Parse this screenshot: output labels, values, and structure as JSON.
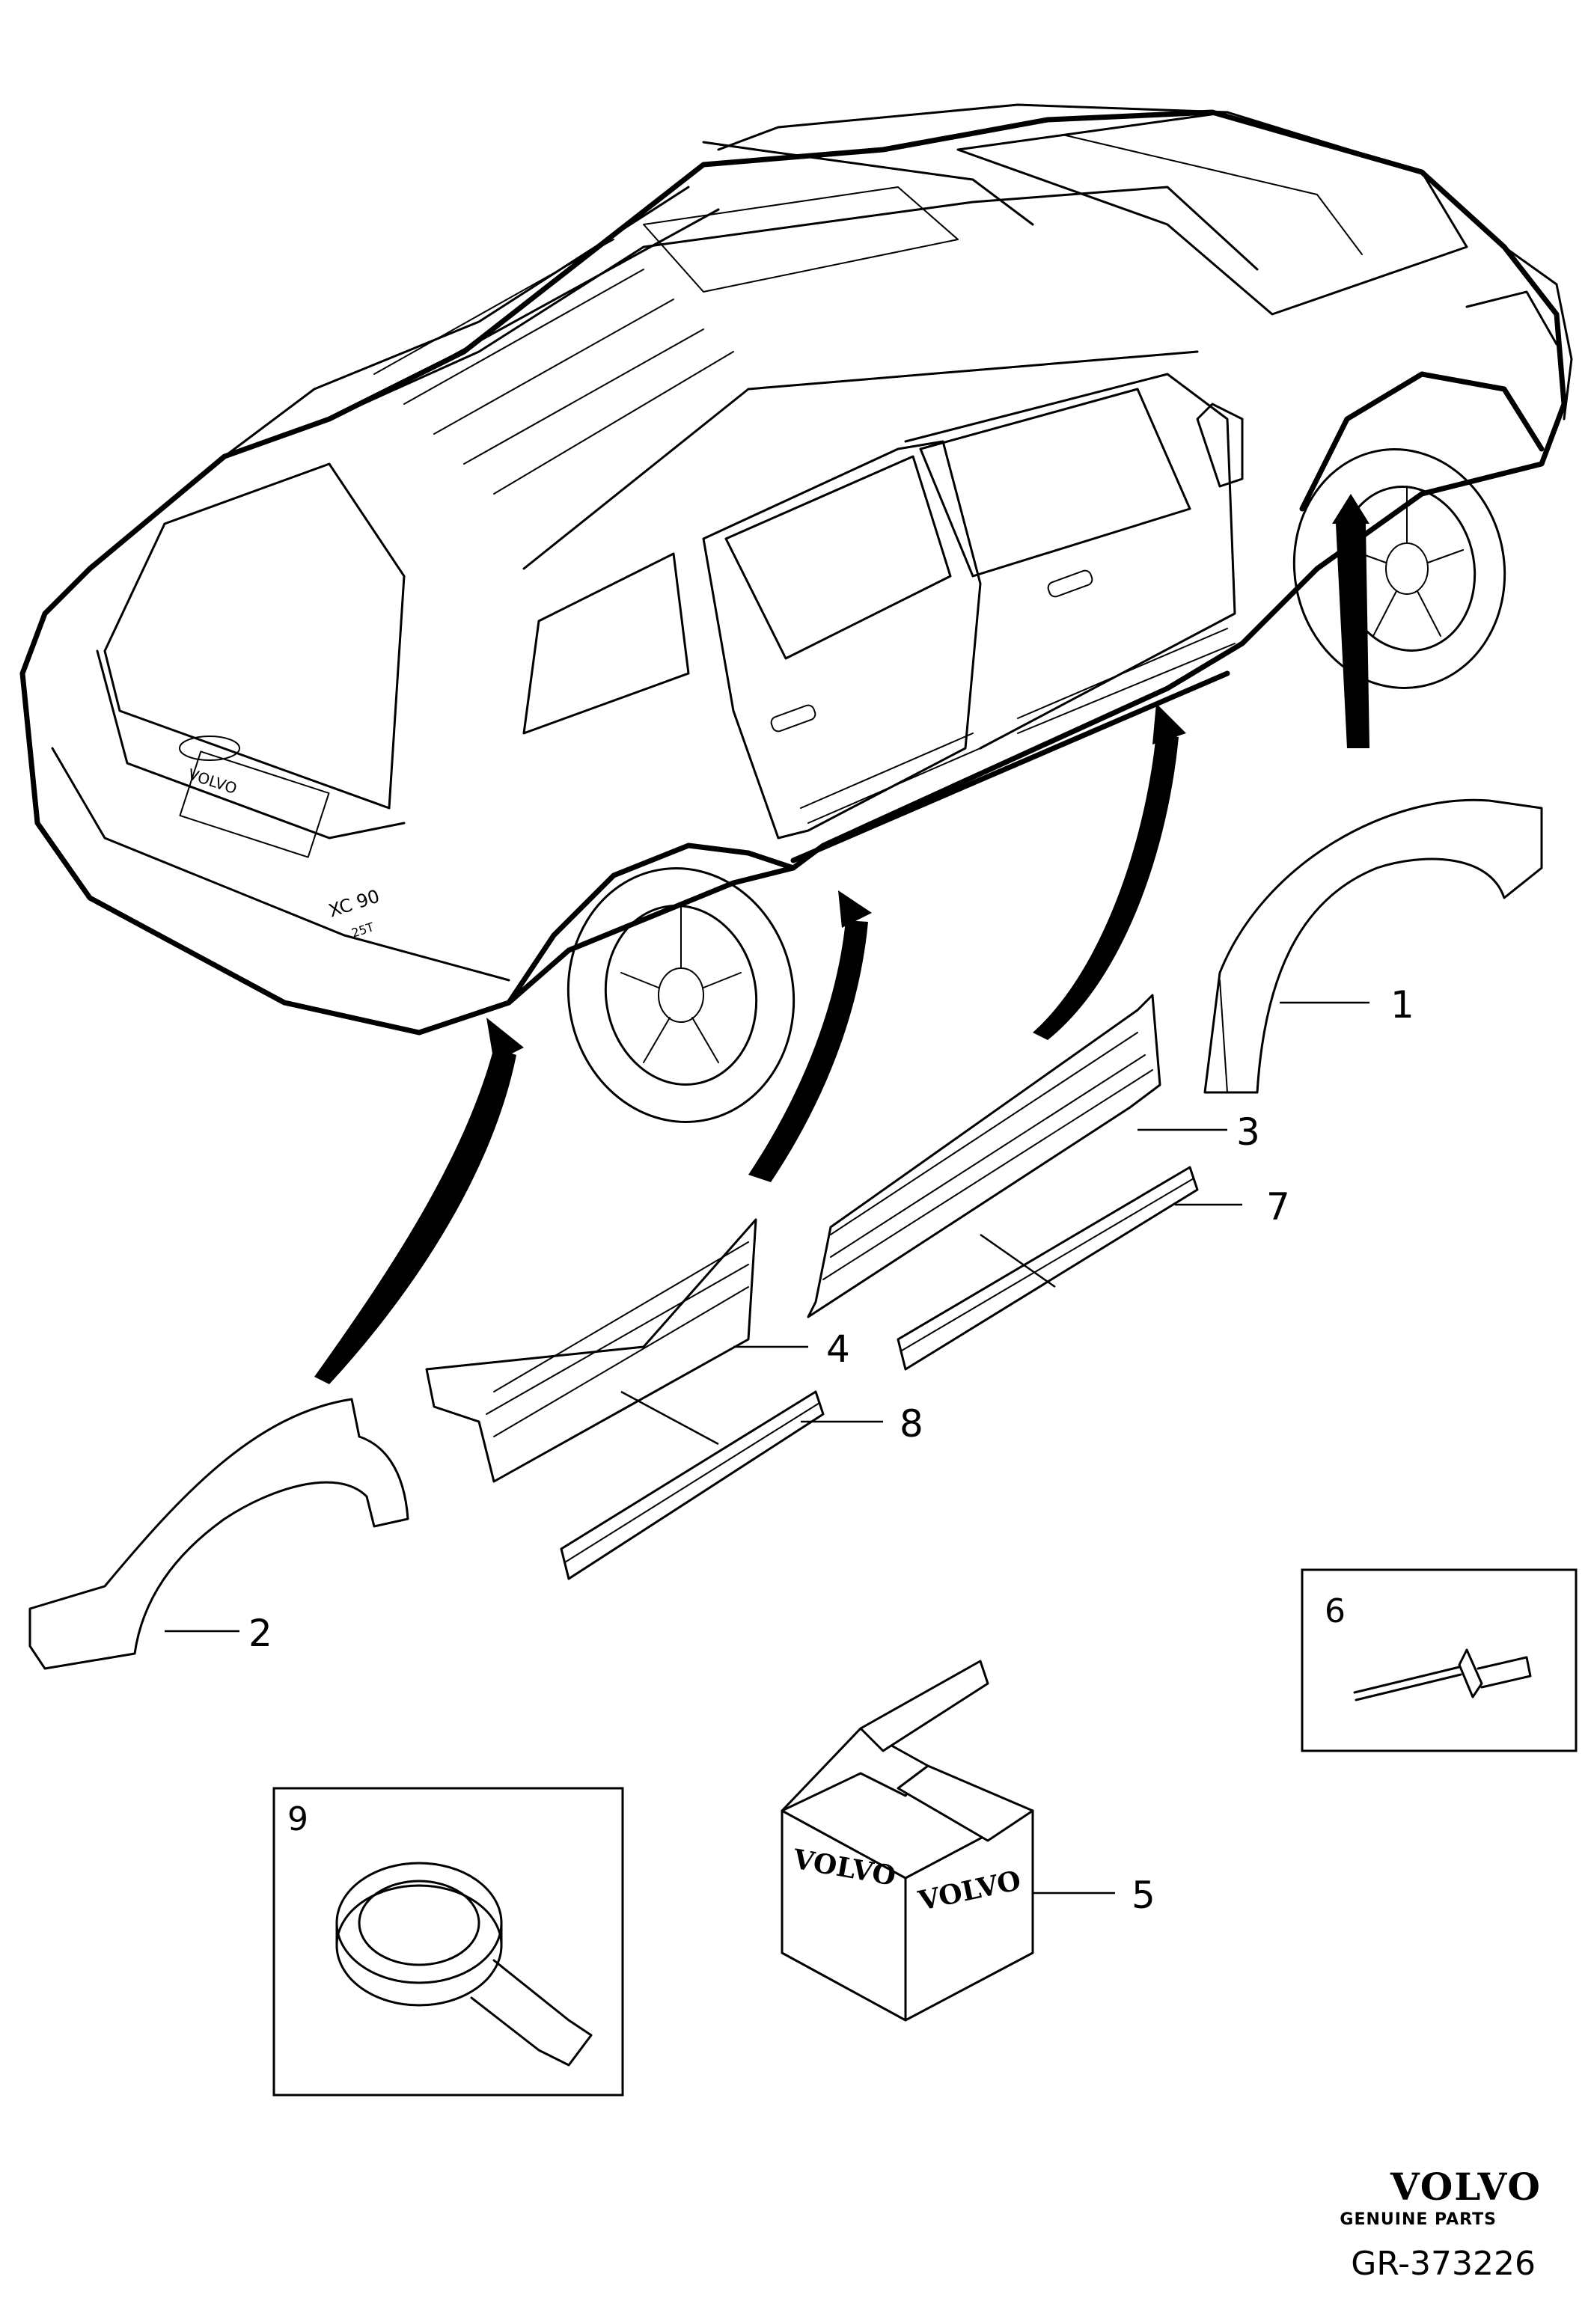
{
  "callouts": [
    {
      "id": "1",
      "label": "1"
    },
    {
      "id": "2",
      "label": "2"
    },
    {
      "id": "3",
      "label": "3"
    },
    {
      "id": "4",
      "label": "4"
    },
    {
      "id": "5",
      "label": "5"
    },
    {
      "id": "6",
      "label": "6"
    },
    {
      "id": "7",
      "label": "7"
    },
    {
      "id": "8",
      "label": "8"
    },
    {
      "id": "9",
      "label": "9"
    }
  ],
  "car_badge": {
    "model": "XC 90",
    "engine": "25T",
    "rear_emblem": "VOLVO"
  },
  "box_print": {
    "left": "VOLVO",
    "right": "VOLVO"
  },
  "brand": {
    "name": "VOLVO",
    "tagline": "GENUINE PARTS"
  },
  "reference": "GR-373226"
}
